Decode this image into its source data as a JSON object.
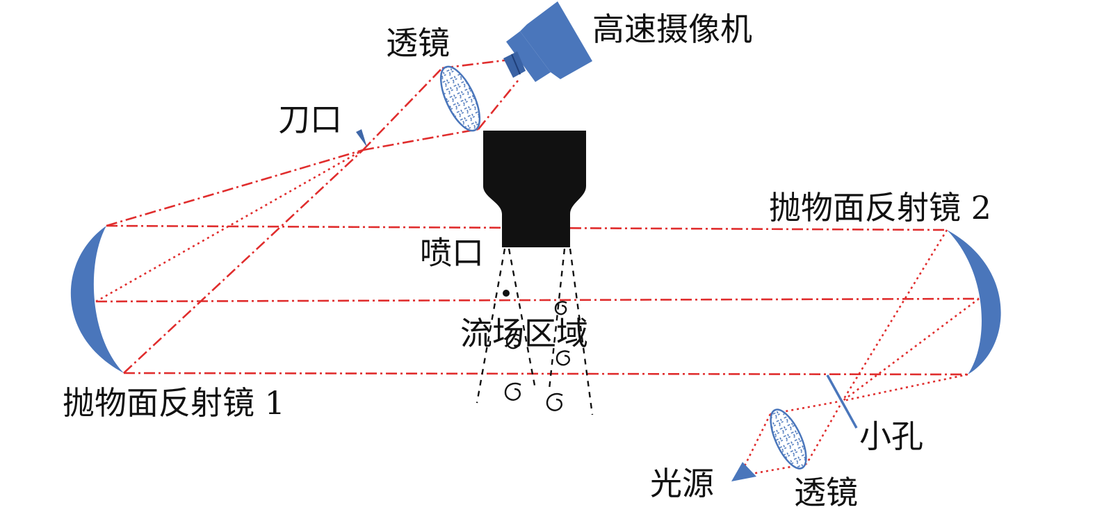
{
  "labels": {
    "camera": "高速摄像机",
    "lens_top": "透镜",
    "knife_edge": "刀口",
    "nozzle": "喷口",
    "flow_field": "流场区域",
    "mirror_1": "抛物面反射镜 1",
    "mirror_2": "抛物面反射镜 2",
    "pinhole": "小孔",
    "light_source": "光源",
    "lens_bottom": "透镜"
  },
  "colors": {
    "ray": "#e02d2d",
    "optics": "#4a76bb",
    "nozzle": "#111111",
    "text": "#111111"
  }
}
